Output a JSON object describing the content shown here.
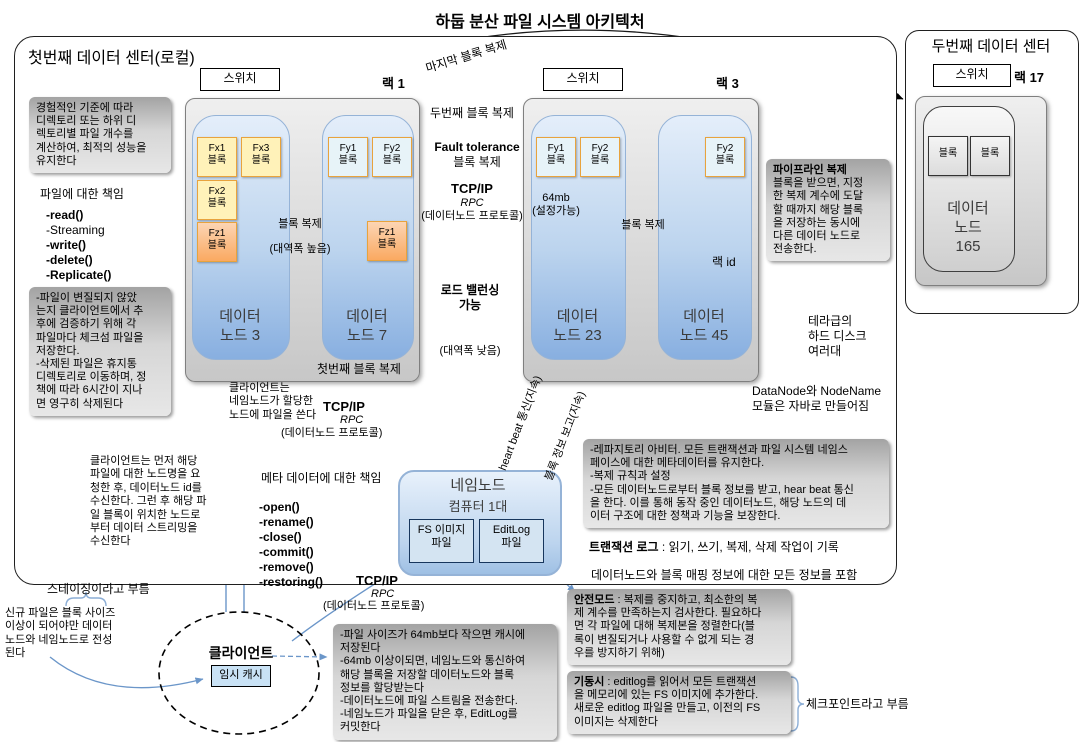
{
  "title": "하둡 분산 파일 시스템 아키텍처",
  "dc1": {
    "label": "첫번째 데이터 센터(로컬)",
    "switch1": "스위치",
    "rack1_label": "랙 1",
    "switch3": "스위치",
    "rack3_label": "랙 3",
    "node3": {
      "label": "데이터\n노드 3",
      "blocks": [
        "Fx1\n블록",
        "Fx3\n블록",
        "Fx2\n블록",
        "Fz1\n블록"
      ]
    },
    "node7": {
      "label": "데이터\n노드 7",
      "blocks": [
        "Fy1\n블록",
        "Fy2\n블록",
        "Fz1\n블록"
      ]
    },
    "node23": {
      "label": "데이터\n노드 23",
      "blocks": [
        "Fy1\n블록",
        "Fy2\n블록"
      ],
      "block_size": "64mb\n(설정가능)"
    },
    "node45": {
      "label": "데이터\n노드 45",
      "blocks": [
        "Fy2\n블록"
      ],
      "rack_id": "랙 id"
    },
    "block_repl_rack1": {
      "title": "블록 복제",
      "sub": "(대역폭 높음)"
    },
    "block_repl_rack3": "블록 복제",
    "fault_tolerance": {
      "line1": "Fault tolerance",
      "line2": "블록 복제"
    },
    "tcpip_mid": {
      "l1": "TCP/IP",
      "l2": "RPC",
      "l3": "(데이터노드 프로토콜)"
    },
    "load_balancing": {
      "title": "로드 밸런싱\n가능",
      "sub": "(대역폭 낮음)"
    },
    "first_block_repl": "첫번째 블록 복제",
    "second_block_repl": "두번째 블록 복제",
    "last_block_repl": "마지막 블록 복제"
  },
  "dc2": {
    "label": "두번째 데이터 센터",
    "switch": "스위치",
    "rack_label": "랙 17",
    "node165": {
      "label": "데이터\n노드\n165",
      "blocks": [
        "블록",
        "블록"
      ]
    }
  },
  "namenode": {
    "title": "네임노드",
    "subtitle": "컴퓨터 1대",
    "fs_image": "FS 이미지\n파일",
    "editlog": "EditLog\n파일"
  },
  "client": {
    "label": "클라이언트",
    "cache": "임시 캐시"
  },
  "ann": {
    "empirical": "경험적인 기준에 따라\n디렉토리 또는 하위 디\n렉토리별 파일 개수를\n계산하여, 최적의 성능을\n유지한다",
    "file_resp": "파일에 대한 책임",
    "file_methods": [
      "-read()",
      "-Streaming",
      "-write()",
      "-delete()",
      "-Replicate()"
    ],
    "checksum": "-파일이 변질되지 않았\n는지 클라이언트에서 추\n후에 검증하기 위해 각\n파일마다 체크섬 파일을\n저장한다.\n-삭제된 파일은 휴지통\n디렉토리로 이동하며, 정\n책에 따라 6시간이 지나\n면 영구히 삭제된다",
    "client_read": "클라이언트는 먼저 해당\n파일에 대한 노드명을 요\n청한 후, 데이터노드 id를\n수신한다. 그런 후 해당 파\n일 블록이 위치한 노드로\n부터 데이터 스트리밍을\n수신한다",
    "client_write": "클라이언트는\n네임노드가 할당한\n노드에 파일을 쓴다",
    "tcpip_client": {
      "l1": "TCP/IP",
      "l2": "RPC",
      "l3": "(데이터노드 프로토콜)"
    },
    "tcpip_bottom": {
      "l1": "TCP/IP",
      "l2": "RPC",
      "l3": "(데이터노드 프로토콜)"
    },
    "meta_resp": "메타 데이터에 대한 책임",
    "meta_methods": [
      "-open()",
      "-rename()",
      "-close()",
      "-commit()",
      "-remove()",
      "-restoring()"
    ],
    "heart_beat": "heart beat 통신(지속)",
    "block_report": "블록 정보 보고(지속)",
    "arbiter": "-레파지토리 아비터. 모든 트랜잭션과 파일 시스템 네임스\n페이스에 대한 메타데이터를 유지한다.\n-복제 규칙과 설정\n-모든 데이터노드로부터 블록 정보를 받고, hear beat 통신\n을 한다. 이를 통해 동작 중인 데이터노드, 해당 노드의 데\n이터 구조에 대한 정책과 기능을 보장한다.",
    "txn_log": {
      "bold": "트랜잭션 로그",
      "rest": " : 읽기, 쓰기, 복제, 삭제 작업이 기록"
    },
    "mapping": "데이터노드와 블록 매핑 정보에 대한 모든 정보를 포함",
    "safemode": {
      "bold": "안전모드",
      "rest": " : 복제를 중지하고, 최소한의 복\n제 계수를 만족하는지 검사한다. 필요하다\n면 각 파일에 대해 복제본을 정렬한다(블\n록이 변질되거나 사용할 수 없게 되는 경\n우를 방지하기 위해)"
    },
    "startup": {
      "bold": "기동시",
      "rest": " : editlog를 읽어서 모든 트랜잭션\n을 메모리에 있는 FS 이미지에 추가한다.\n새로운 editlog 파일을 만들고, 이전의 FS\n이미지는 삭제한다"
    },
    "checkpoint": "체크포인트라고 부름",
    "staging": "스테이징이라고 부름",
    "new_file": "신규 파일은 블록 사이즈\n이상이 되어야만 데이터\n노드와 네임노드로 전성\n된다",
    "cache_note": "-파일 사이즈가 64mb보다 작으면 캐시에\n저장된다\n-64mb 이상이되면, 네임노드와 통신하여\n해당 블록을 저장할 데이터노드와 블록\n정보를 할당받는다\n-데이터노드에 파일 스트림을 전송한다.\n-네임노드가 파일을 닫은 후, EditLog를\n커밋한다",
    "pipeline": {
      "bold": "파이프라인 복제",
      "rest": "\n블록을 받으면, 지정\n한 복제 계수에 도달\n할 때까지 해당 블록\n을 저장하는 동시에\n다른 데이터 노드로\n전송한다."
    },
    "tera_disk": "테라급의\n하드 디스크\n여러대",
    "java_note": "DataNode와 NodeName\n모듈은 자바로 만들어짐"
  },
  "colors": {
    "block_yellow": "#fff2b9",
    "block_orange": "#fbb071",
    "block_cyan": "#e7f3f8",
    "node_blue": "#a8c6e8",
    "note_gray": "#d6d6d6",
    "line_blue": "#6b96c9"
  }
}
